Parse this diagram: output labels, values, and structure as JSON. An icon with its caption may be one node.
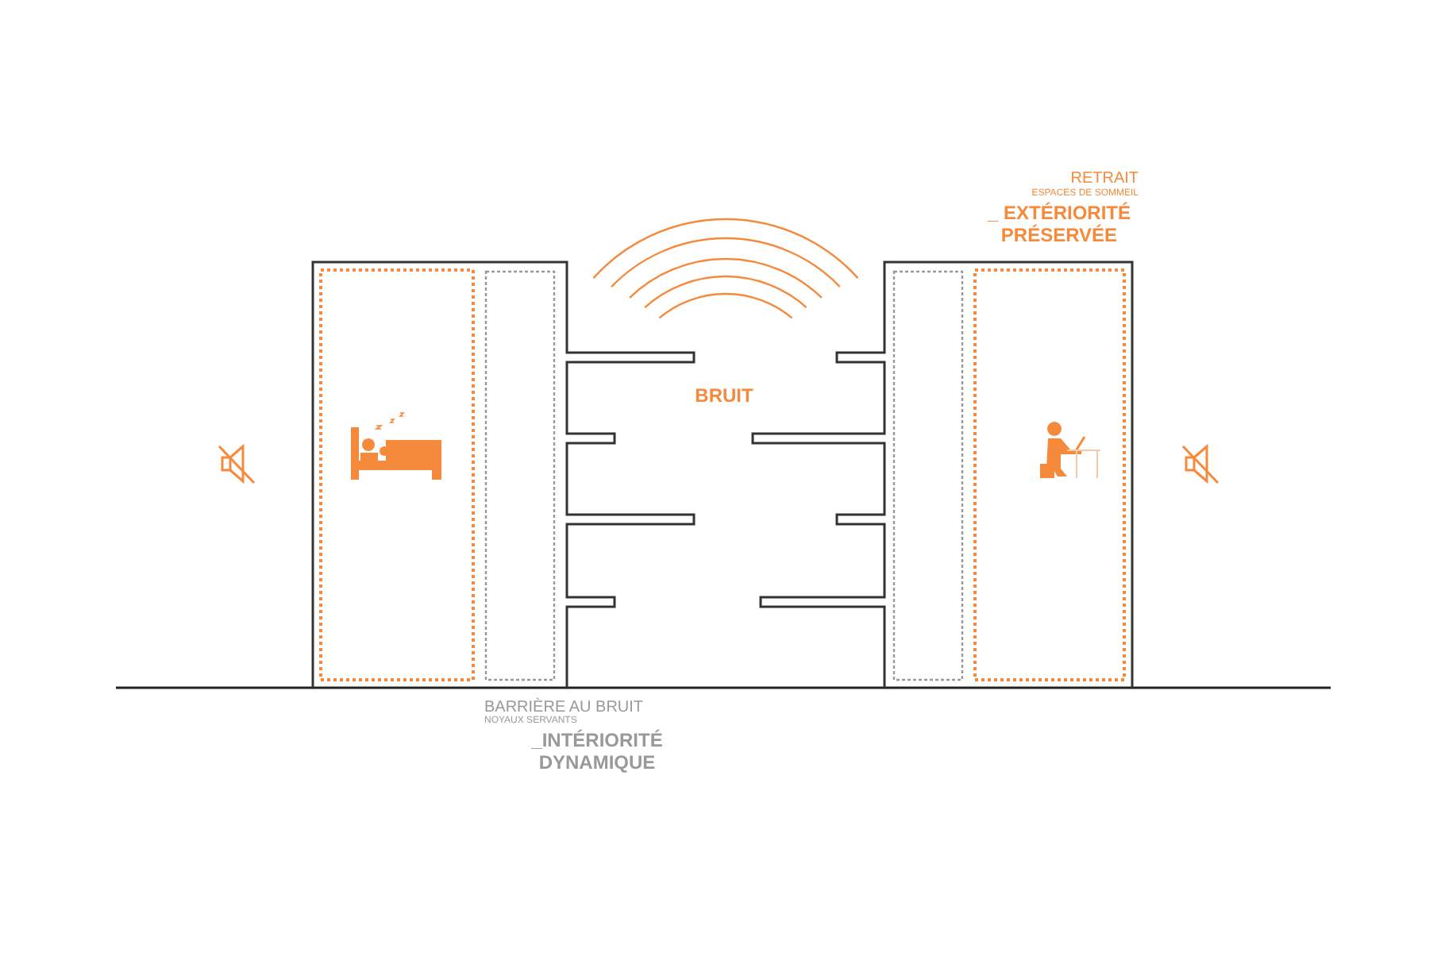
{
  "diagram": {
    "labels": [
      "RETRAIT",
      "ESPACES DE SOMMEIL",
      "_ EXTÉRIORITÉ PRÉSERVÉE",
      "BRUIT",
      "BARRIÈRE AU BRUIT",
      "NOYAUX SERVANTS",
      "_INTÉRIORITÉ DYNAMIQUE"
    ]
  }
}
